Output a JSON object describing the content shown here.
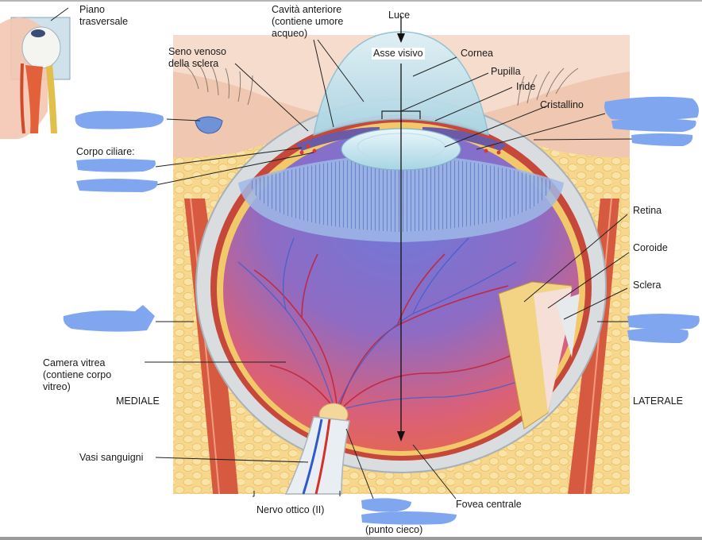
{
  "labels": {
    "piano_line1": "Piano",
    "piano_line2": "trasversale",
    "cavita_line1": "Cavità anteriore",
    "cavita_line2": "(contiene umore",
    "cavita_line3": "acqueo)",
    "luce": "Luce",
    "asse_visivo": "Asse visivo",
    "cornea": "Cornea",
    "pupilla": "Pupilla",
    "iride": "Iride",
    "cristallino": "Cristallino",
    "seno_line1": "Seno venoso",
    "seno_line2": "della sclera",
    "corpo_ciliare": "Corpo ciliare:",
    "retina": "Retina",
    "coroide": "Coroide",
    "sclera": "Sclera",
    "camera_line1": "Camera vitrea",
    "camera_line2": "(contiene corpo",
    "camera_line3": "vitreo)",
    "mediale": "MEDIALE",
    "laterale": "LATERALE",
    "vasi": "Vasi sanguigni",
    "nervo": "Nervo ottico (II)",
    "fovea": "Fovea centrale",
    "punto_cieco": "(punto cieco)"
  },
  "colors": {
    "redaction": "#7fa6ef",
    "fat": "#f5d58a",
    "sclera": "#d9dde0",
    "muscle": "#d9543b",
    "vitreous_top": "#5f6fcf",
    "vitreous_bottom": "#e9673f",
    "lens": "#cfeaf3",
    "cornea": "#c8e6ef"
  }
}
